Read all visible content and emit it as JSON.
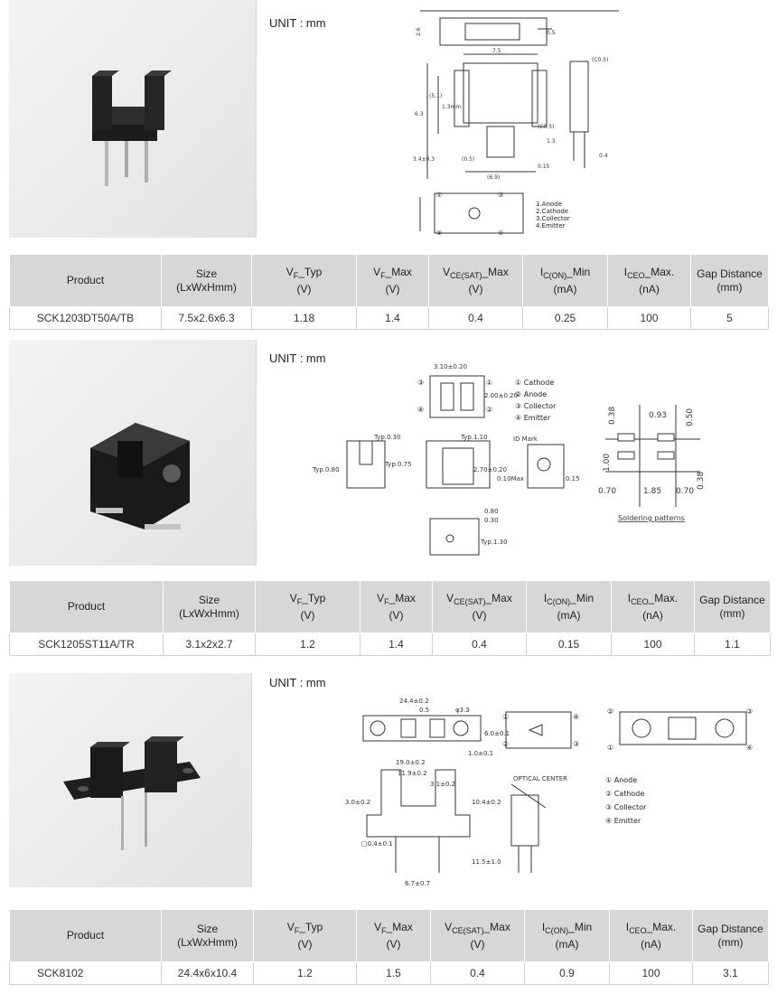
{
  "unit_label": "UNIT : mm",
  "table_headers": {
    "product": "Product",
    "size": "Size",
    "size_sub": "(LxWxHmm)",
    "vf_typ_pre": "V",
    "vf_typ_sub": "F",
    "vf_typ_post": "_Typ",
    "vf_max_pre": "V",
    "vf_max_sub": "F",
    "vf_max_post": "_Max",
    "vce_pre": "V",
    "vce_sub": "CE(SAT)",
    "vce_post": "_Max",
    "ic_pre": "I",
    "ic_sub": "C(ON)",
    "ic_post": "_Min",
    "iceo_pre": "I",
    "iceo_sub": "CEO",
    "iceo_post": "_Max.",
    "gap": "Gap Distance",
    "gap_unit": "(mm)",
    "unit_v": "(V)",
    "unit_ma": "(mA)",
    "unit_na": "(nA)"
  },
  "products": [
    {
      "name": "SCK1203DT50A/TB",
      "size": "7.5x2.6x6.3",
      "vf_typ": "1.18",
      "vf_max": "1.4",
      "vce_max": "0.4",
      "ic_min": "0.25",
      "iceo_max": "100",
      "gap": "5"
    },
    {
      "name": "SCK1205ST11A/TR",
      "size": "3.1x2x2.7",
      "vf_typ": "1.2",
      "vf_max": "1.4",
      "vce_max": "0.4",
      "ic_min": "0.15",
      "iceo_max": "100",
      "gap": "1.1"
    },
    {
      "name": "SCK8102",
      "size": "24.4x6x10.4",
      "vf_typ": "1.2",
      "vf_max": "1.5",
      "vce_max": "0.4",
      "ic_min": "0.9",
      "iceo_max": "100",
      "gap": "3.1"
    }
  ],
  "drawing1": {
    "dims": [
      "7.5",
      "6.3",
      "2.6",
      "0.5",
      "(C0.5)",
      "1.3mm",
      "(5.1)",
      "3.4±0.3",
      "(C0.5)",
      "(6.9)",
      "0.15",
      "1.3",
      "0.4",
      "(0.5)"
    ],
    "pins": [
      "1.Anode",
      "2.Cathode",
      "3.Collector",
      "4.Emitter"
    ],
    "nums": [
      "①",
      "②",
      "③",
      "④"
    ]
  },
  "drawing2": {
    "dims": [
      "3.10±0.20",
      "2.00±0.20",
      "Typ.0.30",
      "Typ.0.80",
      "Typ.0.75",
      "Typ.1.10",
      "2.70±0.20",
      "0.10Max",
      "ID Mark",
      "0.15",
      "0.80",
      "0.30",
      "Typ.1.30"
    ],
    "pins": [
      "① Cathode",
      "② Anode",
      "③ Collector",
      "④ Emitter"
    ],
    "nums": [
      "①",
      "②",
      "③",
      "④"
    ],
    "pattern_dims": [
      "0.38",
      "0.93",
      "0.50",
      "1.00",
      "0.38",
      "0.70",
      "1.85",
      "0.70"
    ],
    "pattern_title": "Soldering patterns"
  },
  "drawing3": {
    "dims": [
      "24.4±0.2",
      "0.5",
      "φ3.3",
      "6.0±0.1",
      "1.0±0.1",
      "19.0±0.2",
      "11.9±0.2",
      "3.1±0.2",
      "3.0±0.2",
      "10.4±0.2",
      "□0.4±0.1",
      "11.5±1.0",
      "6.7±0.7"
    ],
    "optical_center": "OPTICAL CENTER",
    "pins": [
      "① Anode",
      "② Cathode",
      "③ Collector",
      "④ Emitter"
    ],
    "nums": [
      "①",
      "②",
      "③",
      "④"
    ]
  }
}
